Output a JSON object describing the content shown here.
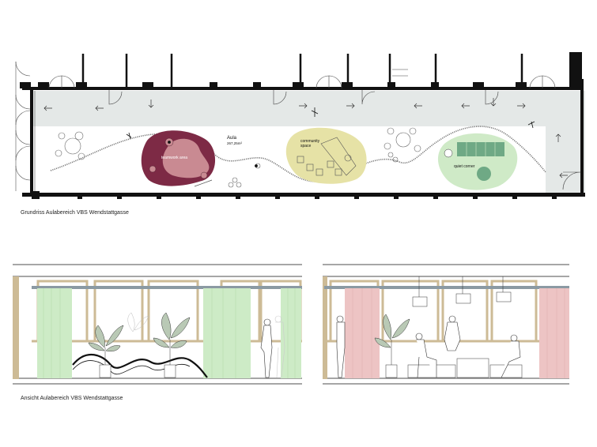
{
  "plan": {
    "caption": "Grundriss Aulabereich VBS Wendstattgasse",
    "hall_label": "Aula",
    "hall_area": "267,25m²",
    "zones": {
      "teamwork": "teamwork area",
      "community": "community space",
      "community_line1": "community",
      "community_line2": "space",
      "quiet": "quiet corner"
    }
  },
  "elevation": {
    "caption": "Ansicht  Aulabereich VBS Wendstattgasse"
  },
  "colors": {
    "corridor": "#e4e8e7",
    "teamwork_zone": "#7d2a45",
    "teamwork_blob": "#c98a92",
    "community_zone": "#e6e2a6",
    "quiet_zone": "#cfeac7",
    "quiet_tables": "#6fa985",
    "curtain_green": "#cdebc6",
    "curtain_pink": "#edc4c4",
    "window_frame": "#cdbb96"
  }
}
